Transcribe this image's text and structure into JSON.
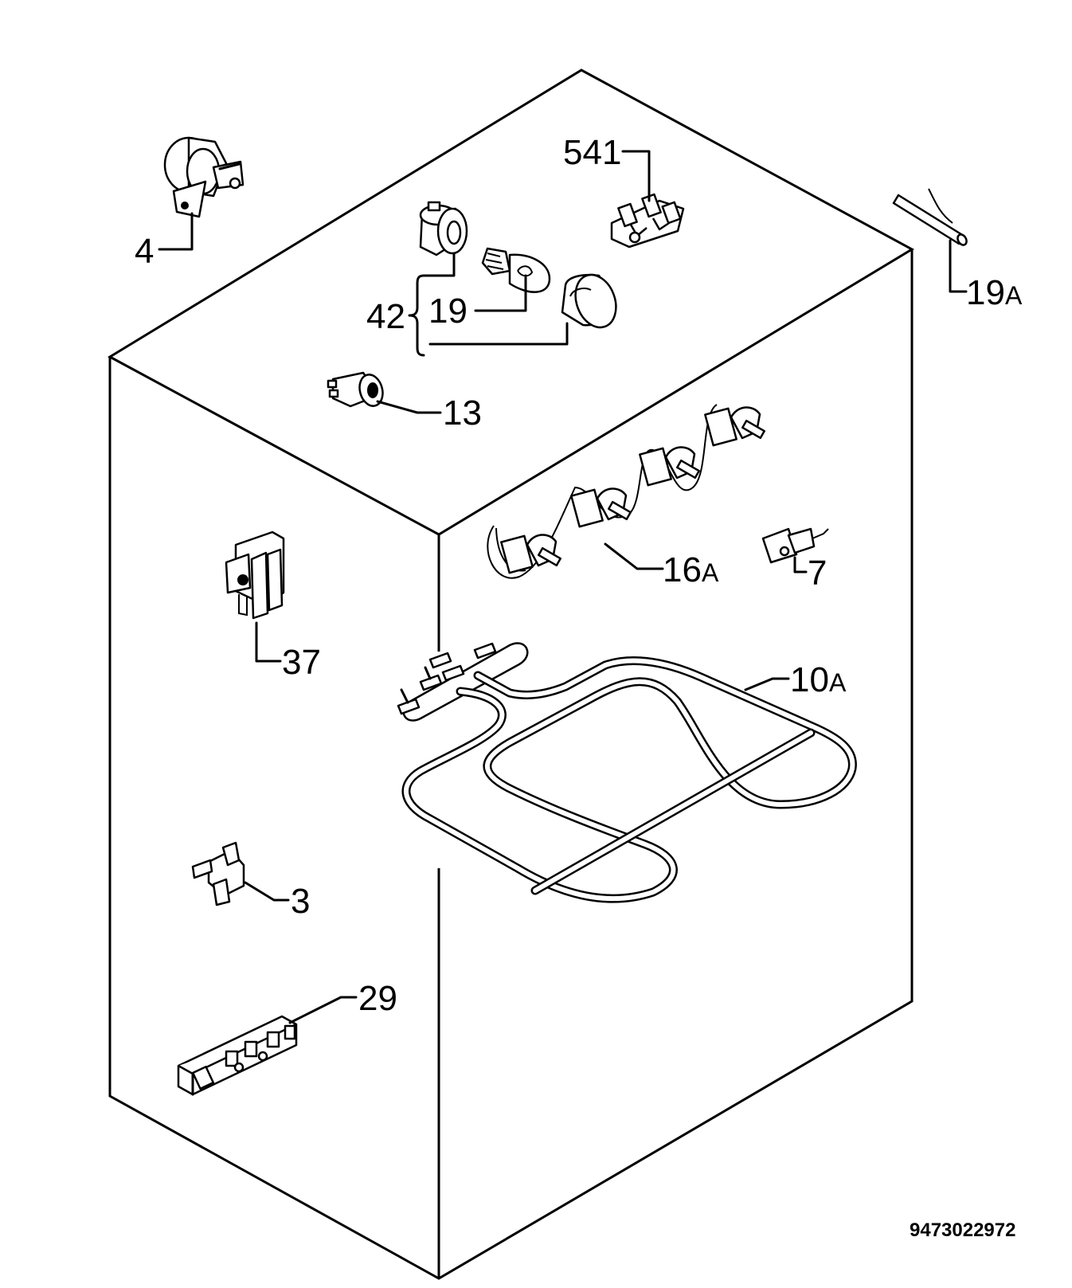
{
  "diagram": {
    "callouts": {
      "part_4": "4",
      "part_541": "541",
      "part_19a_num": "19",
      "part_19a_suffix": "A",
      "part_42": "42",
      "part_19": "19",
      "part_13": "13",
      "part_16a_num": "16",
      "part_16a_suffix": "A",
      "part_7": "7",
      "part_37": "37",
      "part_10a_num": "10",
      "part_10a_suffix": "A",
      "part_3": "3",
      "part_29": "29"
    },
    "document_id": "9473022972"
  }
}
